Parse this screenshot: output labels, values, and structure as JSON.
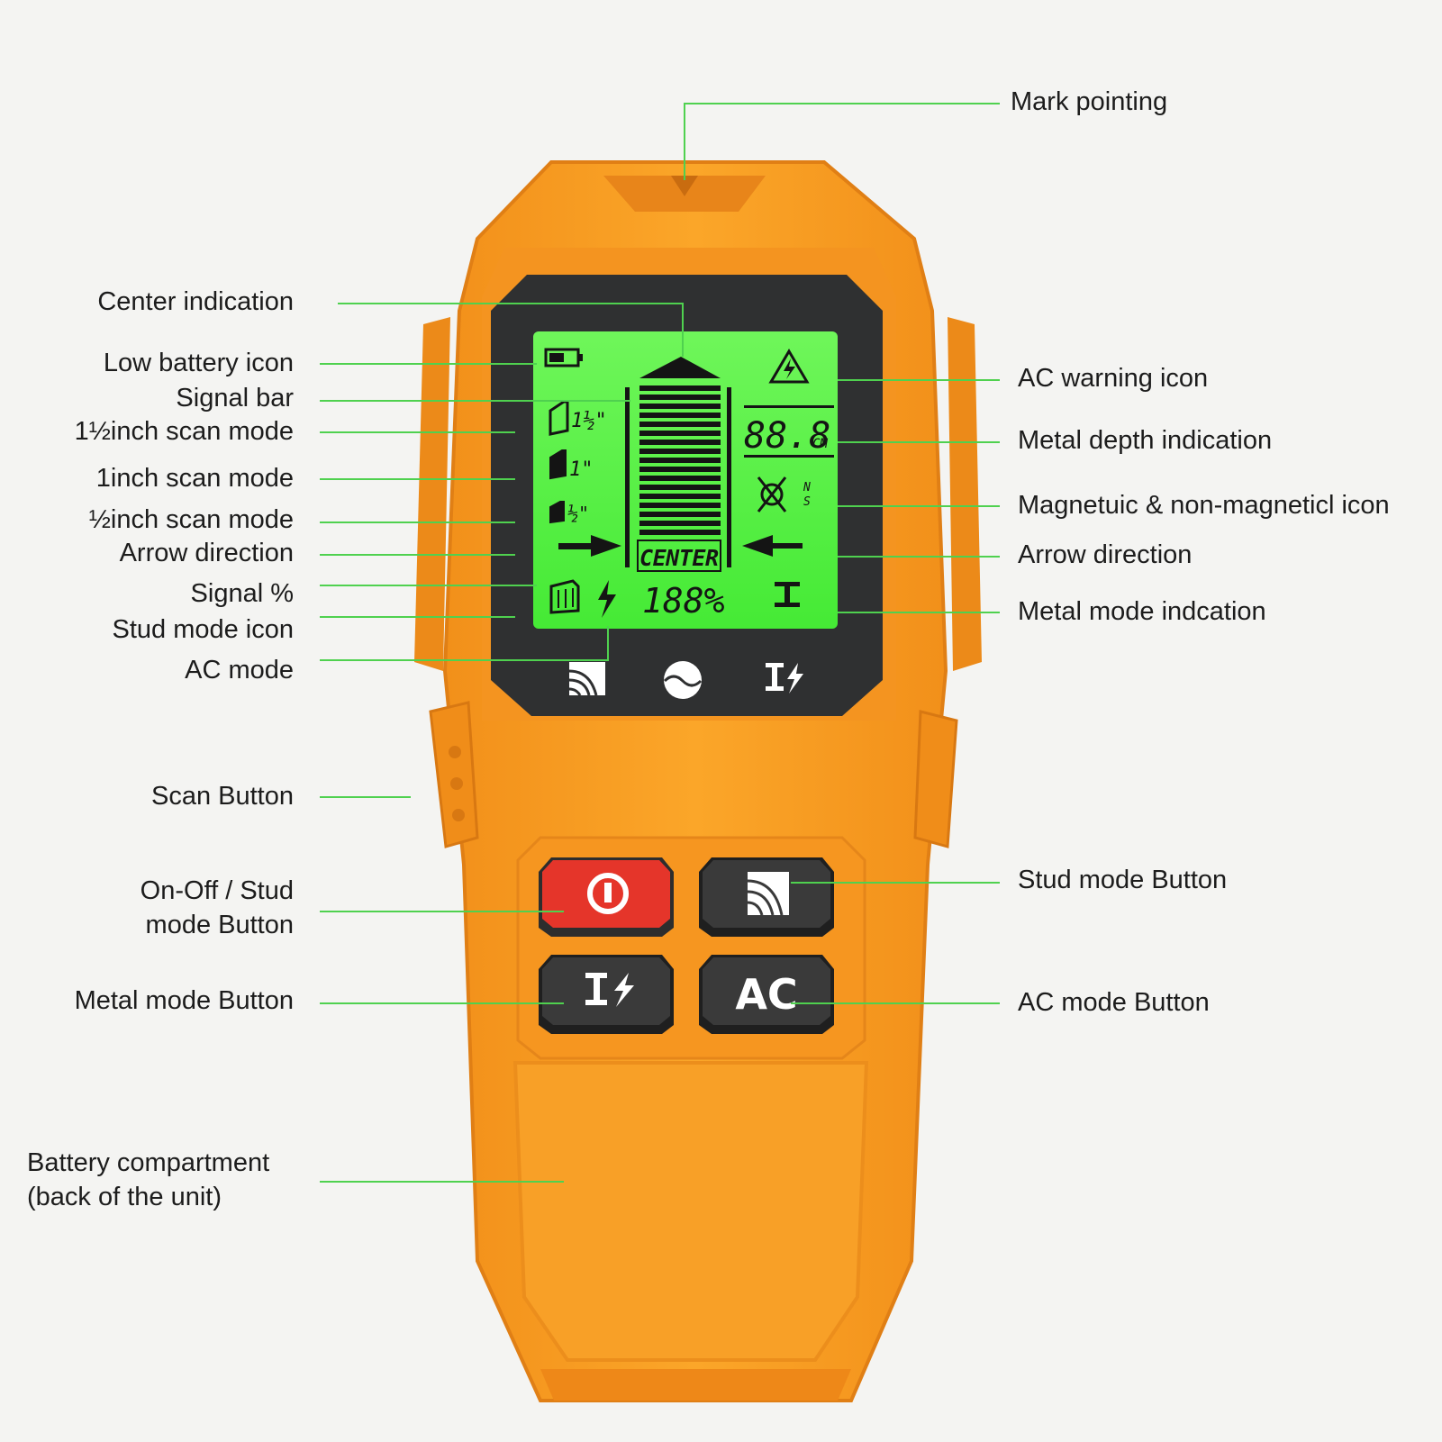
{
  "labels_left": {
    "center_indication": "Center indication",
    "low_battery_icon": "Low battery icon",
    "signal_bar": "Signal bar",
    "scan_mode_1_5": "1½inch scan mode",
    "scan_mode_1": "1inch scan mode",
    "scan_mode_0_5": "½inch scan mode",
    "arrow_direction": "Arrow direction",
    "signal_percent": "Signal %",
    "stud_mode_icon": "Stud mode icon",
    "ac_mode": "AC mode",
    "scan_button": "Scan Button",
    "on_off_stud_button": "On-Off / Stud\nmode Button",
    "metal_mode_button": "Metal mode Button",
    "battery_compartment": "Battery compartment\n(back of the unit)"
  },
  "labels_right": {
    "mark_pointing": "Mark pointing",
    "ac_warning_icon": "AC warning icon",
    "metal_depth_indication": "Metal depth indication",
    "magnetic_icon": "Magnetuic & non-magneticl icon",
    "arrow_direction": "Arrow direction",
    "metal_mode_indication": "Metal mode indcation",
    "stud_mode_button": "Stud mode Button",
    "ac_mode_button": "AC mode Button"
  },
  "lcd": {
    "depth_value": "88.8",
    "depth_unit": "CM",
    "center_text": "CENTER",
    "signal_value": "188%",
    "scan_1_5": "1½\"",
    "scan_1": "1\"",
    "scan_0_5": "½\"",
    "north": "N",
    "south": "S"
  },
  "keys": {
    "ac_label": "AC"
  },
  "colors": {
    "body_orange": "#f79a1e",
    "body_dark_orange": "#e9861b",
    "lcd_green": "#55f244",
    "leader_green": "#4fd14f",
    "power_red": "#e5352a",
    "key_dark": "#3a3a3a"
  }
}
